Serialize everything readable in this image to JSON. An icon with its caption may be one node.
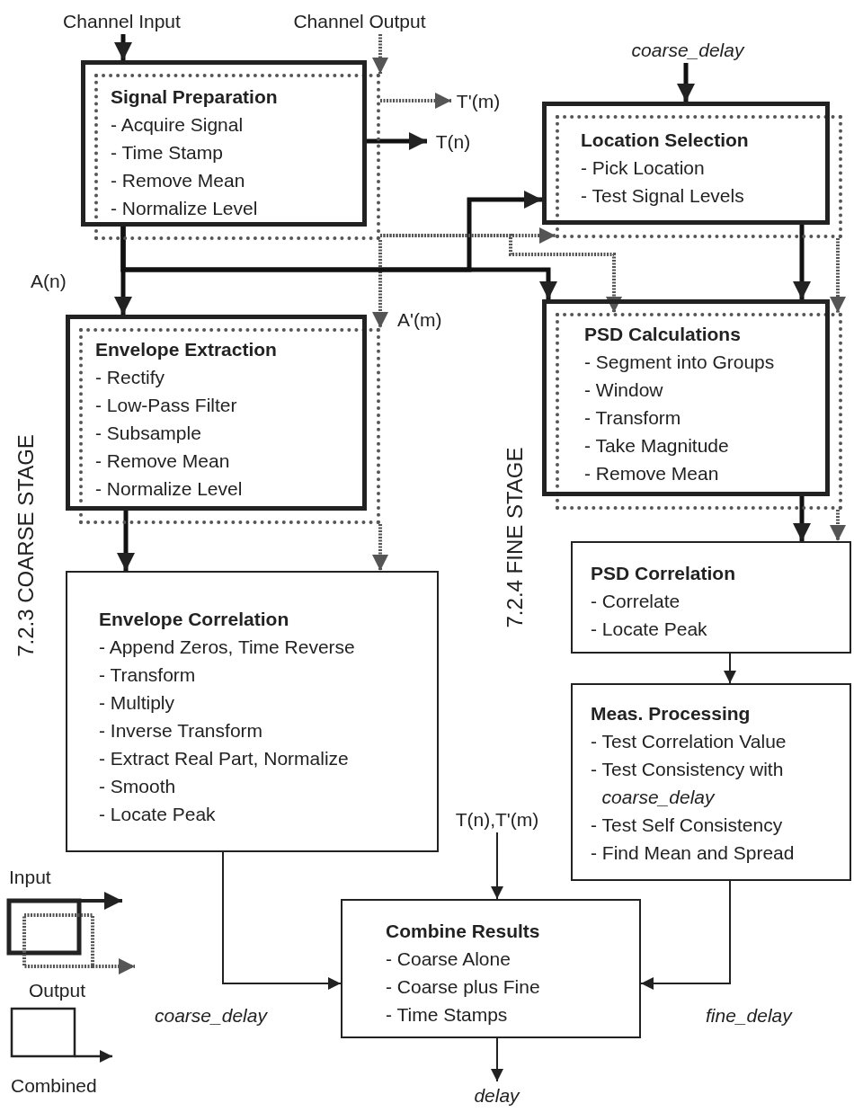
{
  "diagram": {
    "nodes": [
      {
        "text": [
          "Channel Input"
        ]
      },
      {
        "text": [
          "Channel Output"
        ]
      },
      {
        "text": [
          "coarse_delay"
        ]
      },
      {
        "text": [
          "Signal Preparation",
          "- Acquire Signal",
          "- Time Stamp",
          "- Remove Mean",
          "- Normalize Level"
        ]
      },
      {
        "text": [
          "T'(m)"
        ]
      },
      {
        "text": [
          "T(n)"
        ]
      },
      {
        "text": [
          "Location Selection",
          "- Pick Location",
          "- Test Signal Levels"
        ]
      },
      {
        "text": [
          "Envelope Extraction",
          "- Rectify",
          "- Low-Pass Filter",
          "- Subsample",
          "- Remove Mean",
          "- Normalize Level"
        ]
      },
      {
        "text": [
          "PSD Calculations",
          "- Segment into Groups",
          "- Window",
          "- Transform",
          "- Take Magnitude",
          "- Remove Mean"
        ]
      },
      {
        "text": [
          "Envelope Correlation",
          "- Append Zeros, Time Reverse",
          "- Transform",
          "- Multiply",
          "- Inverse Transform",
          "- Extract Real Part, Normalize",
          "- Smooth",
          "- Locate Peak"
        ]
      },
      {
        "text": [
          "PSD Correlation",
          "- Correlate",
          "- Locate Peak"
        ]
      },
      {
        "text": [
          "Meas. Processing",
          "- Test Correlation Value",
          "- Test Consistency with *coarse_delay*",
          "- Test Self Consistency",
          "- Find Mean and Spread"
        ]
      },
      {
        "text": [
          "T(n),T'(m)"
        ]
      },
      {
        "text": [
          "Combine Results",
          "- Coarse Alone",
          "- Coarse plus Fine",
          "- Time Stamps"
        ]
      },
      {
        "text": [
          "delay"
        ]
      }
    ],
    "edges": [
      {
        "from": 0,
        "to": 3,
        "arrow": "to"
      },
      {
        "from": 1,
        "to": 3,
        "arrow": "to",
        "style": "dashed"
      },
      {
        "from": 3,
        "to": 4,
        "arrow": "to",
        "style": "dashed"
      },
      {
        "from": 3,
        "to": 5,
        "arrow": "to"
      },
      {
        "from": 3,
        "to": 7,
        "arrow": "to",
        "label": "A(n)"
      },
      {
        "from": 3,
        "to": 7,
        "arrow": "to",
        "style": "dashed",
        "label": "A'(m)"
      },
      {
        "from": 3,
        "to": 6,
        "arrow": "to"
      },
      {
        "from": 3,
        "to": 8,
        "arrow": "to"
      },
      {
        "from": 3,
        "to": 6,
        "arrow": "to",
        "style": "dashed"
      },
      {
        "from": 3,
        "to": 8,
        "arrow": "to",
        "style": "dashed"
      },
      {
        "from": 2,
        "to": 6,
        "arrow": "to"
      },
      {
        "from": 6,
        "to": 8,
        "arrow": "to"
      },
      {
        "from": 6,
        "to": 8,
        "arrow": "to",
        "style": "dashed"
      },
      {
        "from": 7,
        "to": 9,
        "arrow": "to"
      },
      {
        "from": 7,
        "to": 9,
        "arrow": "to",
        "style": "dashed"
      },
      {
        "from": 8,
        "to": 10,
        "arrow": "to"
      },
      {
        "from": 8,
        "to": 10,
        "arrow": "to",
        "style": "dashed"
      },
      {
        "from": 10,
        "to": 11,
        "arrow": "to"
      },
      {
        "from": 9,
        "to": 13,
        "arrow": "to",
        "label": "coarse_delay"
      },
      {
        "from": 12,
        "to": 13,
        "arrow": "to"
      },
      {
        "from": 11,
        "to": 13,
        "arrow": "to",
        "label": "fine_delay"
      },
      {
        "from": 13,
        "to": 14,
        "arrow": "to"
      }
    ],
    "labels": [
      "7.2.3 COARSE STAGE",
      "7.2.4 FINE STAGE"
    ],
    "legend": [
      {
        "text": "Input"
      },
      {
        "text": "Output"
      },
      {
        "text": "Combined"
      }
    ]
  }
}
